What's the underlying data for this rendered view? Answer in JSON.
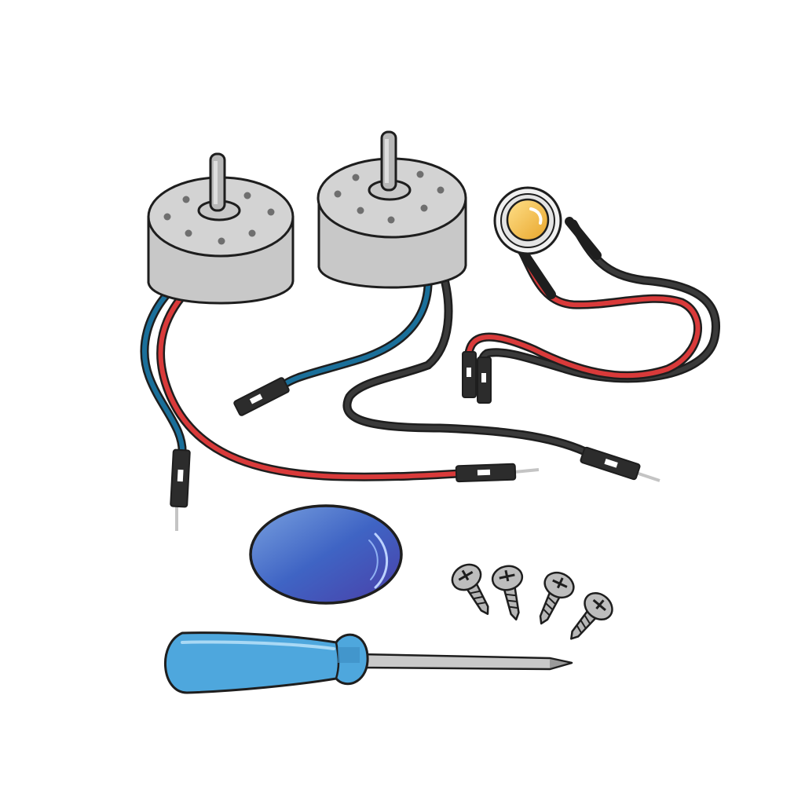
{
  "scene": {
    "background": "#ffffff",
    "objects": [
      {
        "name": "dc-motor-left",
        "kind": "dc motor with two leads"
      },
      {
        "name": "dc-motor-right",
        "kind": "dc motor with two leads"
      },
      {
        "name": "led-light",
        "kind": "led with red and black leads"
      },
      {
        "name": "blue-gem",
        "kind": "oval blue gem"
      },
      {
        "name": "screws",
        "kind": "four screws",
        "count": 4
      },
      {
        "name": "screwdriver",
        "kind": "blue-handled screwdriver"
      }
    ],
    "colors": {
      "outline": "#1e1e1e",
      "motor_body": "#c8c8c8",
      "motor_dots": "#6f6f6f",
      "wire_blue": "#1a6f9a",
      "wire_red": "#d93a3a",
      "wire_black": "#3a3a3a",
      "pin_metal": "#c4c4c4",
      "led_yellow": "#f5c242",
      "gem_blue": "#3f64c4",
      "handle_blue": "#4ea7dd",
      "screw_gray": "#9a9a9a"
    }
  }
}
